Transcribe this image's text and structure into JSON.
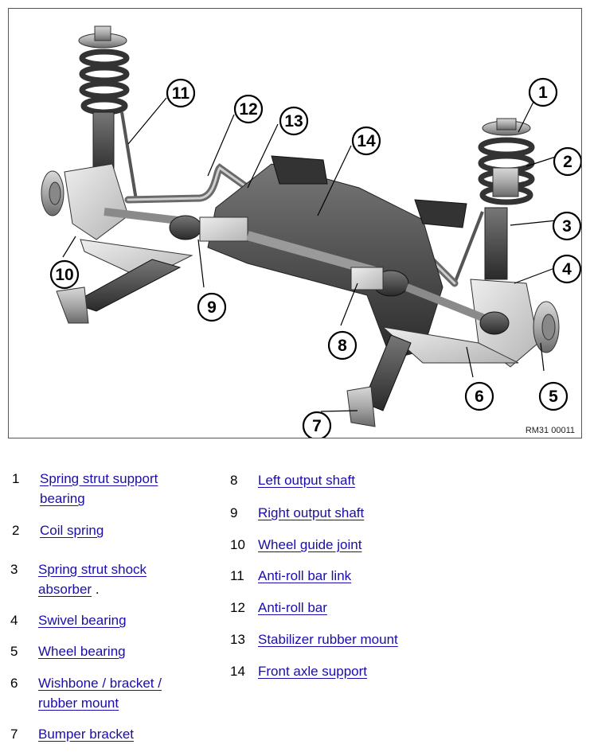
{
  "figure": {
    "reference": "RM31 00011",
    "callouts": [
      "1",
      "2",
      "3",
      "4",
      "5",
      "6",
      "7",
      "8",
      "9",
      "10",
      "11",
      "12",
      "13",
      "14"
    ]
  },
  "legend": [
    {
      "num": "1",
      "label": "Spring strut support bearing"
    },
    {
      "num": "2",
      "label": "Coil spring"
    },
    {
      "num": "3",
      "label": "Spring strut shock absorber",
      "suffix": "."
    },
    {
      "num": "4",
      "label": "Swivel bearing"
    },
    {
      "num": "5",
      "label": "Wheel bearing"
    },
    {
      "num": "6",
      "label": "Wishbone / bracket / rubber mount"
    },
    {
      "num": "7",
      "label": "Bumper bracket"
    },
    {
      "num": "8",
      "label": "Left output shaft"
    },
    {
      "num": "9",
      "label": "Right output shaft"
    },
    {
      "num": "10",
      "label": "Wheel guide joint"
    },
    {
      "num": "11",
      "label": "Anti-roll bar link"
    },
    {
      "num": "12",
      "label": "Anti-roll bar"
    },
    {
      "num": "13",
      "label": "Stabilizer rubber mount"
    },
    {
      "num": "14",
      "label": "Front axle support"
    }
  ]
}
